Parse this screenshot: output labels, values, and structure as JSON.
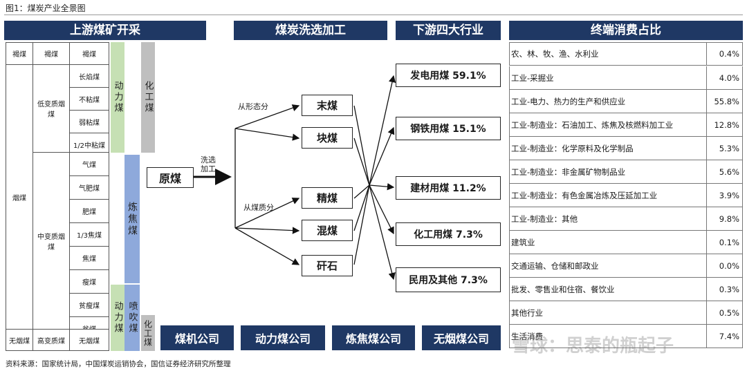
{
  "caption": "图1：煤炭产业全景图",
  "headers": {
    "upstream": "上游煤矿开采",
    "washing": "煤炭洗选加工",
    "downstream": "下游四大行业",
    "terminal": "终端消费占比"
  },
  "upstream": {
    "lignite": "褐煤",
    "lignite_sub": "褐煤",
    "lignite_leaf": "褐煤",
    "bituminous": "烟煤",
    "low_meta": "低变质烟煤",
    "mid_meta": "中变质烟煤",
    "anthracite": "无烟煤",
    "high_meta": "高变质煤",
    "anthracite_leaf": "无烟煤",
    "low_list": [
      "长焰煤",
      "不粘煤",
      "弱粘煤",
      "1/2中粘煤"
    ],
    "mid_list": [
      "气煤",
      "气肥煤",
      "肥煤",
      "1/3焦煤",
      "焦煤",
      "瘦煤"
    ],
    "high_list": [
      "贫瘦煤",
      "贫煤"
    ],
    "bars": {
      "power1": "动力煤",
      "chem1": "化工煤",
      "coking": "炼焦煤",
      "power2": "动力煤",
      "pci": "喷吹煤",
      "chem2": "化工煤"
    }
  },
  "washing": {
    "raw": "原煤",
    "process": "洗选加工",
    "by_form": "从形态分",
    "by_quality": "从煤质分",
    "form_list": [
      "末煤",
      "块煤"
    ],
    "quality_list": [
      "精煤",
      "混煤",
      "矸石"
    ]
  },
  "downstream": [
    "发电用煤 59.1%",
    "钢铁用煤 15.1%",
    "建材用煤 11.2%",
    "化工用煤 7.3%",
    "民用及其他 7.3%"
  ],
  "companies": [
    "煤机公司",
    "动力煤公司",
    "炼焦煤公司",
    "无烟煤公司"
  ],
  "terminal": [
    {
      "name": "农、林、牧、渔、水利业",
      "value": "0.4%"
    },
    {
      "name": "工业-采掘业",
      "value": "4.0%"
    },
    {
      "name": "工业-电力、热力的生产和供应业",
      "value": "55.8%"
    },
    {
      "name": "工业-制造业：石油加工、炼焦及核燃料加工业",
      "value": "12.8%"
    },
    {
      "name": "工业-制造业：化学原料及化学制品",
      "value": "5.3%"
    },
    {
      "name": "工业-制造业：非金属矿物制品业",
      "value": "5.6%"
    },
    {
      "name": "工业-制造业：有色金属冶炼及压延加工业",
      "value": "3.9%"
    },
    {
      "name": "工业-制造业：其他",
      "value": "9.8%"
    },
    {
      "name": "建筑业",
      "value": "0.1%"
    },
    {
      "name": "交通运输、仓储和邮政业",
      "value": "0.0%"
    },
    {
      "name": "批发、零售业和住宿、餐饮业",
      "value": "0.3%"
    },
    {
      "name": "其他行业",
      "value": "0.5%"
    },
    {
      "name": "生活消费",
      "value": "7.4%"
    }
  ],
  "source": "资料来源：国家统计局，中国煤炭运销协会，国信证券经济研究所整理",
  "watermark": "雪球：思泰的瓶起子"
}
